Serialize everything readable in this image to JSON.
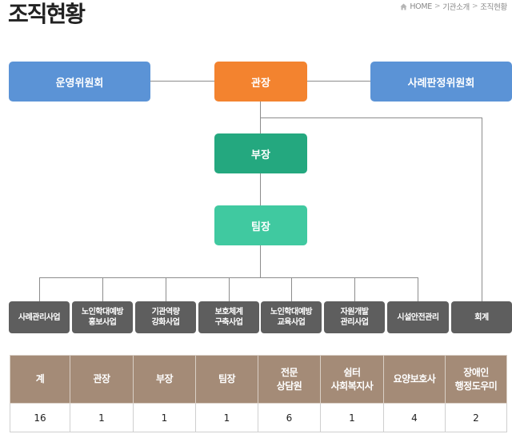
{
  "page": {
    "title": "조직현황",
    "breadcrumb": [
      "HOME",
      "기관소개",
      "조직현황"
    ]
  },
  "org": {
    "left_committee": "운영위원회",
    "head": "관장",
    "right_committee": "사례판정위원회",
    "deputy": "부장",
    "team_lead": "팀장",
    "departments": [
      "사례관리사업",
      "노인학대예방\n홍보사업",
      "기관역량\n강화사업",
      "보호체계\n구축사업",
      "노인학대예방\n교육사업",
      "자원개발\n관리사업",
      "시설안전관리"
    ],
    "accounting": "회계"
  },
  "staff_table": {
    "headers": [
      "계",
      "관장",
      "부장",
      "팀장",
      "전문\n상담원",
      "쉼터\n사회복지사",
      "요양보호사",
      "장애인\n행정도우미"
    ],
    "values": [
      "16",
      "1",
      "1",
      "1",
      "6",
      "1",
      "4",
      "2"
    ]
  },
  "colors": {
    "committee": "#5b93d6",
    "head": "#f3832f",
    "deputy": "#24a87f",
    "team_lead": "#40c9a0",
    "department": "#5e5e5e",
    "table_header": "#a48b77"
  }
}
